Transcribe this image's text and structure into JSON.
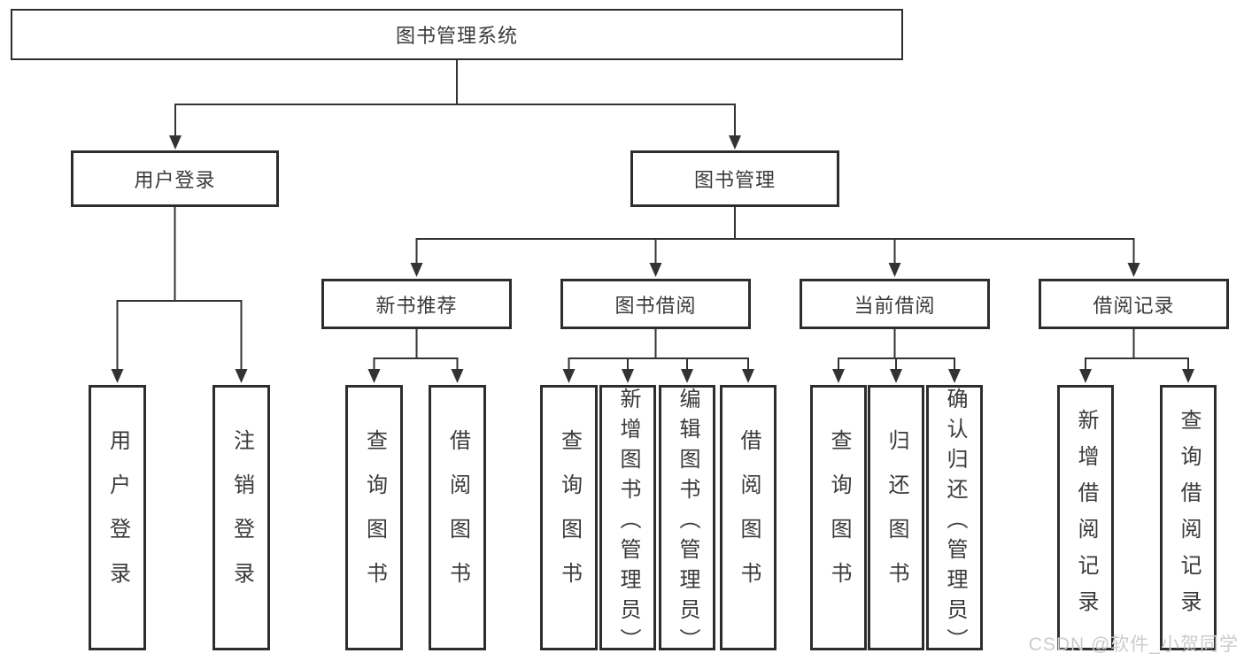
{
  "tree": {
    "label": "图书管理系统",
    "children": [
      {
        "label": "用户登录",
        "children": [
          {
            "label": "用户登录"
          },
          {
            "label": "注销登录"
          }
        ]
      },
      {
        "label": "图书管理",
        "children": [
          {
            "label": "新书推荐",
            "children": [
              {
                "label": "查询图书"
              },
              {
                "label": "借阅图书"
              }
            ]
          },
          {
            "label": "图书借阅",
            "children": [
              {
                "label": "查询图书"
              },
              {
                "label": "新增图书（管理员）"
              },
              {
                "label": "编辑图书（管理员）"
              },
              {
                "label": "借阅图书"
              }
            ]
          },
          {
            "label": "当前借阅",
            "children": [
              {
                "label": "查询图书"
              },
              {
                "label": "归还图书"
              },
              {
                "label": "确认归还（管理员）"
              }
            ]
          },
          {
            "label": "借阅记录",
            "children": [
              {
                "label": "新增借阅记录"
              },
              {
                "label": "查询借阅记录"
              }
            ]
          }
        ]
      }
    ]
  },
  "watermark": "CSDN @软件_小贺同学",
  "colors": {
    "line": "#333333",
    "box_border": "#2d2d2d",
    "text": "#3a3a3a",
    "watermark": "#cccccc",
    "background": "#ffffff"
  }
}
